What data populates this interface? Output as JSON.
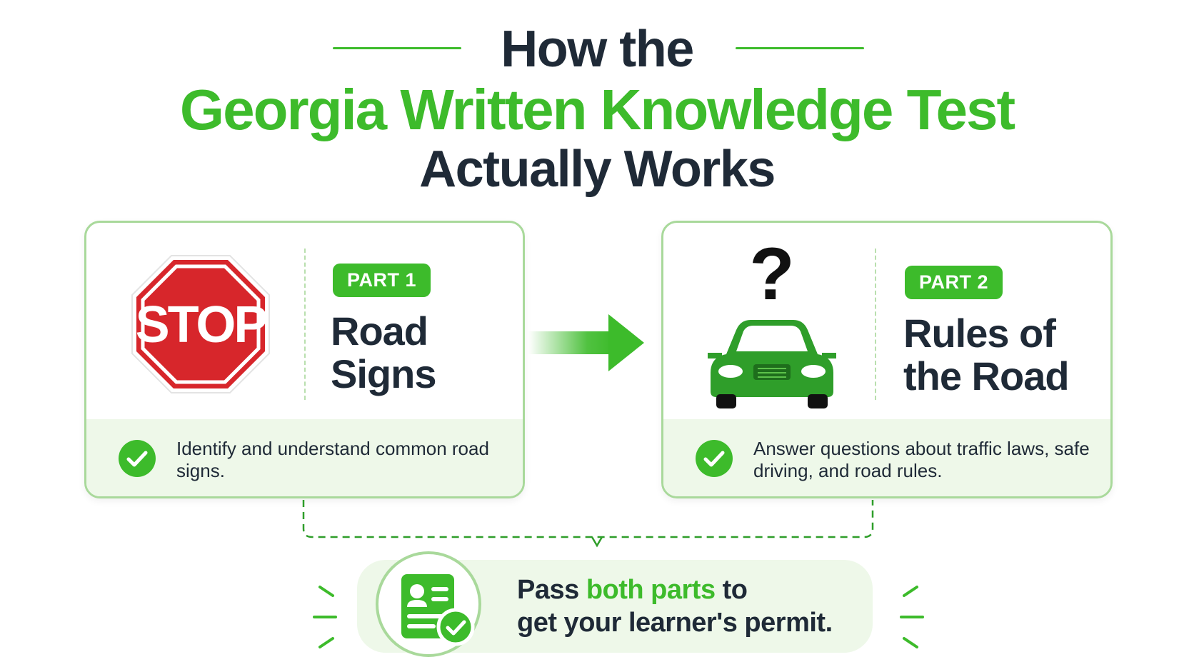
{
  "title": {
    "line1": "How the",
    "line2": "Georgia Written Knowledge Test",
    "line3": "Actually Works"
  },
  "parts": [
    {
      "badge": "PART 1",
      "heading": "Road Signs",
      "description": "Identify and understand common road signs.",
      "icon": "stop-sign-icon",
      "icon_text": "STOP"
    },
    {
      "badge": "PART 2",
      "heading": "Rules of the Road",
      "description": "Answer questions about traffic laws, safe driving, and road rules.",
      "icon": "car-question-icon",
      "icon_text": "?"
    }
  ],
  "footer": {
    "prefix": "Pass ",
    "highlight": "both parts",
    "suffix": " to",
    "line2": "get your learner's permit.",
    "icon": "permit-card-check-icon"
  },
  "colors": {
    "accent_green": "#3dbb2b",
    "dark_text": "#1f2a37",
    "light_green_bg": "#eef8e9",
    "card_border": "#a9d99b",
    "stop_red": "#d7262b"
  }
}
